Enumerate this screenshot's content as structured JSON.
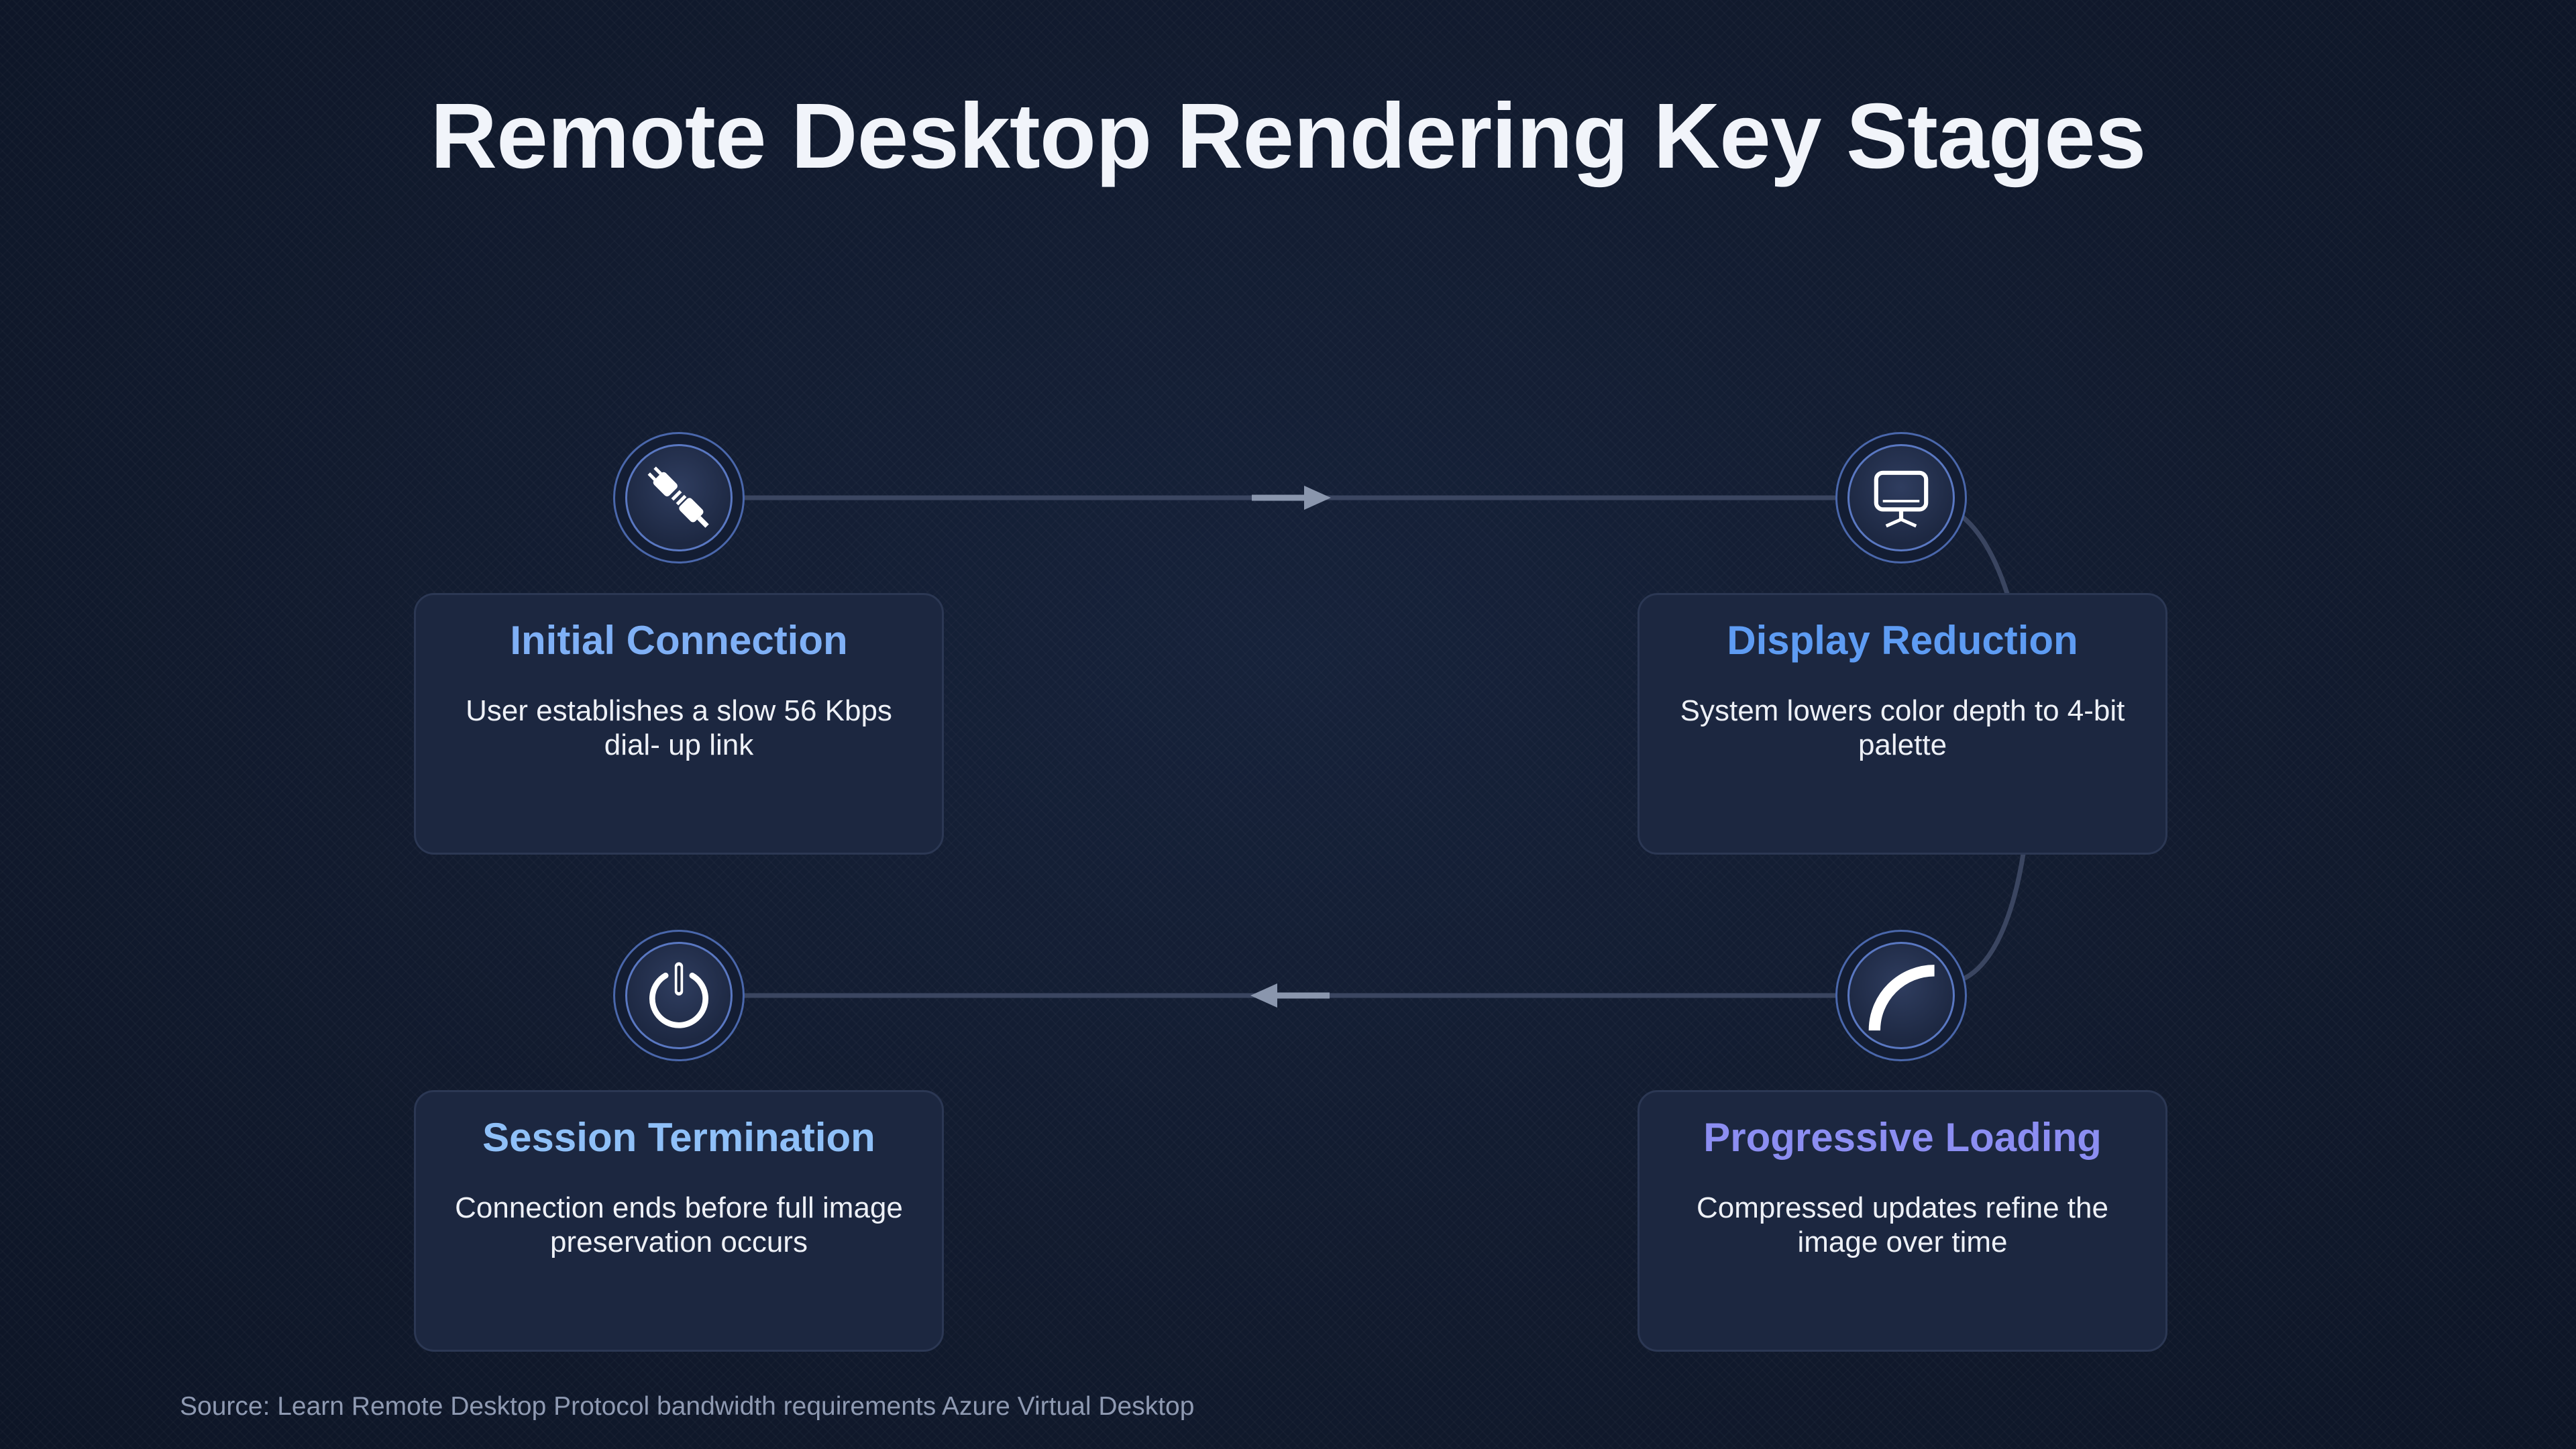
{
  "title": "Remote Desktop Rendering Key Stages",
  "stages": [
    {
      "title": "Initial Connection",
      "description": "User establishes a slow 56 Kbps dial- up link",
      "icon": "plug-connection-icon",
      "title_color": "#7fb0f6"
    },
    {
      "title": "Display Reduction",
      "description": "System lowers color depth to 4-bit palette",
      "icon": "monitor-icon",
      "title_color": "#5e9cf3"
    },
    {
      "title": "Progressive Loading",
      "description": "Compressed updates refine the image over time",
      "icon": "progress-arc-icon",
      "title_color": "#8c8ef2"
    },
    {
      "title": "Session Termination",
      "description": "Connection ends before full image preservation occurs",
      "icon": "power-icon",
      "title_color": "#8fc0f8"
    }
  ],
  "source": "Source: Learn Remote Desktop Protocol bandwidth requirements Azure Virtual Desktop",
  "colors": {
    "background": "#111a2d",
    "card": "#1c2740",
    "connector": "#3a4560",
    "arrow": "#8a96ad",
    "icon_ring": "#5a78c2"
  }
}
